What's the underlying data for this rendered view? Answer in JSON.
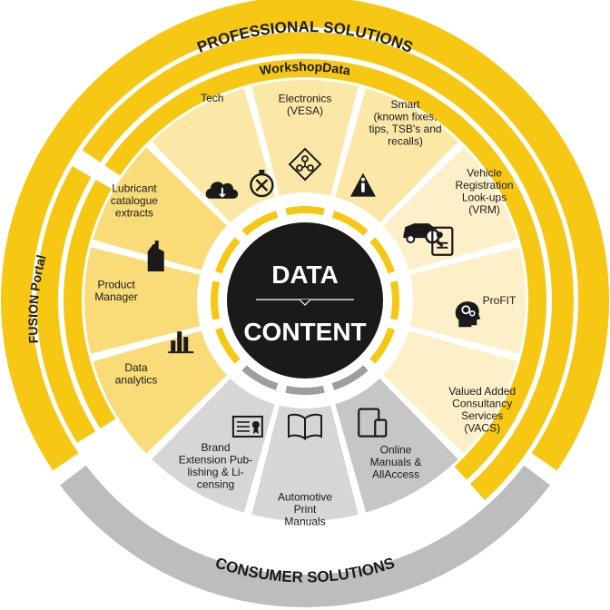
{
  "colors": {
    "yellow": "#f6c813",
    "gray": "#bdbdbd",
    "center": "#1a1a1a",
    "white": "#ffffff"
  },
  "rings": {
    "professional": "PROFESSIONAL SOLUTIONS",
    "workshop": "WorkshopData",
    "fusion": "FUSION Portal",
    "consumer": "CONSUMER SOLUTIONS"
  },
  "center": {
    "top": "DATA",
    "bottom": "CONTENT"
  },
  "segments": [
    {
      "id": "electronics",
      "lines": [
        "Electronics",
        "(VESA)"
      ],
      "icon": "circuit-chip-icon",
      "fill": "#fbe7a6"
    },
    {
      "id": "smart",
      "lines": [
        "Smart",
        "(known fixes,",
        "tips, TSB's and",
        "recalls)"
      ],
      "icon": "warning-info-icon",
      "fill": "#fbe7a6"
    },
    {
      "id": "vrm",
      "lines": [
        "Vehicle",
        "Registration",
        "Look-ups",
        "(VRM)"
      ],
      "icon": "car-search-icon",
      "fill": "#fdf0c8"
    },
    {
      "id": "profit",
      "lines": [
        "ProFIT"
      ],
      "icon": "profile-card-icon",
      "fill": "#fdf0c8"
    },
    {
      "id": "vacs",
      "lines": [
        "Valued Added",
        "Consultancy",
        "Services",
        "(VACS)"
      ],
      "icon": "head-gears-icon",
      "fill": "#fdf0c8"
    },
    {
      "id": "online",
      "lines": [
        "Online",
        "Manuals &",
        "AllAccess"
      ],
      "icon": "tablet-phone-icon",
      "fill": "#c6c6c6"
    },
    {
      "id": "print",
      "lines": [
        "Automotive",
        "Print",
        "Manuals"
      ],
      "icon": "open-book-icon",
      "fill": "#d6d6d6"
    },
    {
      "id": "brand",
      "lines": [
        "Brand",
        "Extension Pub-",
        "lishing & Li-",
        "censing"
      ],
      "icon": "certificate-icon",
      "fill": "#d6d6d6"
    },
    {
      "id": "analytics",
      "lines": [
        "Data",
        "analytics"
      ],
      "icon": "bar-chart-icon",
      "fill": "#f9dc78"
    },
    {
      "id": "product",
      "lines": [
        "Product",
        "Manager"
      ],
      "icon": "oil-bottle-icon",
      "fill": "#f9dc78"
    },
    {
      "id": "lubricant",
      "lines": [
        "Lubricant",
        "catalogue",
        "extracts"
      ],
      "icon": "cloud-download-icon",
      "fill": "#f9dc78"
    },
    {
      "id": "tech",
      "lines": [
        "Tech"
      ],
      "icon": "stopwatch-tools-icon",
      "fill": "#fbe7a6"
    }
  ]
}
